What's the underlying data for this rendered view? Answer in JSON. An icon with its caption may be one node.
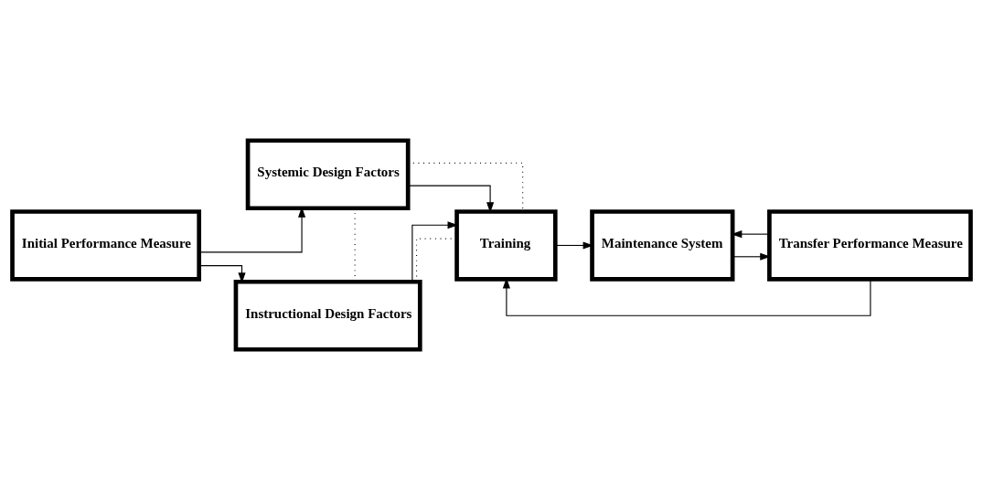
{
  "diagram": {
    "nodes": [
      {
        "text": [
          "Initial Performance Measure"
        ]
      },
      {
        "text": [
          "Systemic Design Factors"
        ]
      },
      {
        "text": [
          "Instructional Design Factors"
        ]
      },
      {
        "text": [
          "Training"
        ]
      },
      {
        "text": [
          "Maintenance System"
        ]
      },
      {
        "text": [
          "Transfer Performance Measure"
        ]
      }
    ],
    "edges": [
      {
        "from": 0,
        "to": 1,
        "arrow": "to"
      },
      {
        "from": 0,
        "to": 2,
        "arrow": "to"
      },
      {
        "from": 1,
        "to": 3,
        "arrow": "to"
      },
      {
        "from": 2,
        "to": 3,
        "arrow": "to"
      },
      {
        "from": 1,
        "to": 2,
        "arrow": "none",
        "style": "dashed"
      },
      {
        "from": 1,
        "to": 3,
        "arrow": "none",
        "style": "dashed"
      },
      {
        "from": 2,
        "to": 3,
        "arrow": "none",
        "style": "dashed"
      },
      {
        "from": 3,
        "to": 4,
        "arrow": "to"
      },
      {
        "from": 4,
        "to": 5,
        "arrow": "to"
      },
      {
        "from": 5,
        "to": 4,
        "arrow": "to"
      },
      {
        "from": 5,
        "to": 3,
        "arrow": "to"
      }
    ]
  }
}
